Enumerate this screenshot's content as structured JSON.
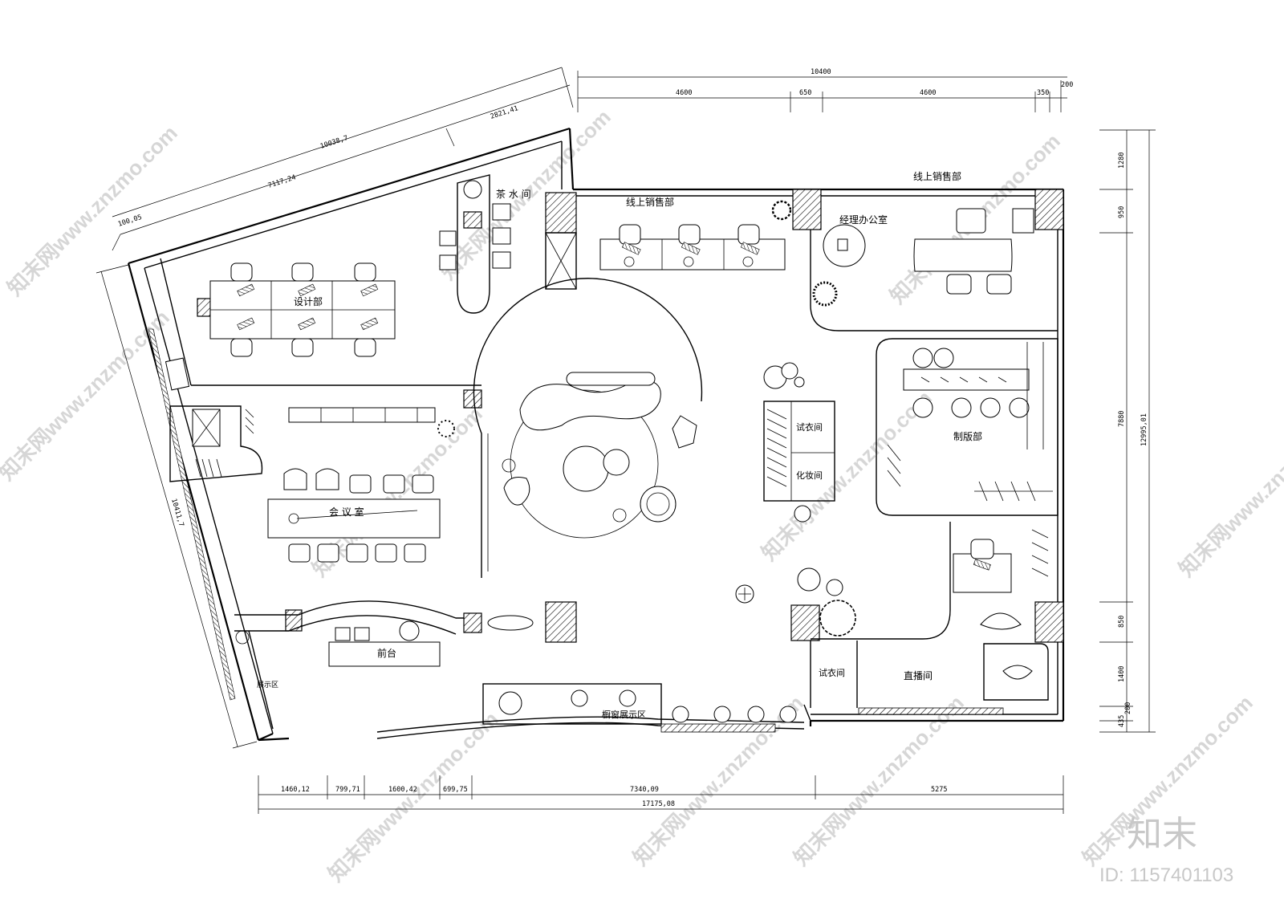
{
  "rooms": {
    "tea_room": "茶 水 间",
    "online_sales_left": "线上销售部",
    "online_sales_right": "线上销售部",
    "manager_office": "经理办公室",
    "design_dept": "设计部",
    "meeting_room": "会 议 室",
    "fitting_room_1": "试衣间",
    "makeup_room": "化妆间",
    "pattern_dept": "制版部",
    "reception": "前台",
    "display_area": "展示区",
    "window_display": "橱窗展示区",
    "fitting_room_2": "试衣间",
    "live_room": "直播间"
  },
  "dimensions": {
    "top_total": "10400",
    "top_seg_1": "4600",
    "top_seg_2": "650",
    "top_seg_3": "4600",
    "top_seg_4": "350",
    "top_seg_5": "200",
    "diag_total": "10038,7",
    "diag_seg_1": "7117,24",
    "diag_seg_2": "2821,41",
    "diag_small": "100,05",
    "left_side": "10411,7",
    "right_total": "12995,01",
    "right_seg_1": "1280",
    "right_seg_2": "950",
    "right_seg_3": "7880",
    "right_seg_4": "850",
    "right_seg_5": "1400",
    "right_seg_6": "435",
    "right_seg_7": "200",
    "bottom_seg_1": "1460,12",
    "bottom_seg_2": "799,71",
    "bottom_seg_3": "1600,42",
    "bottom_seg_4": "699,75",
    "bottom_seg_5": "7340,09",
    "bottom_seg_6": "5275",
    "bottom_total": "17175,08"
  },
  "watermark": {
    "text": "知末网www.znzmo.com",
    "brand": "知末",
    "id": "ID: 1157401103"
  }
}
